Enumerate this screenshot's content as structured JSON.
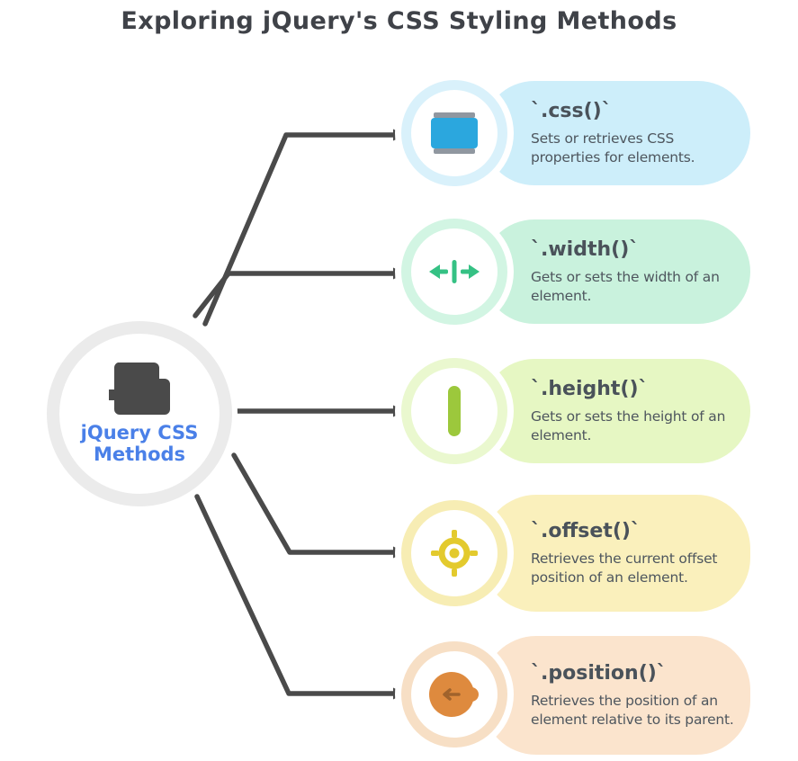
{
  "title": "Exploring jQuery's CSS Styling Methods",
  "connector_color": "#4a4a4a",
  "center": {
    "label": "jQuery CSS Methods",
    "label_color": "#4a80e8",
    "ring_color": "#ebebeb",
    "icon": "jquery-css-logo-icon",
    "icon_color": "#4a4a4a"
  },
  "branches": [
    {
      "id": "css",
      "title": "`.css()`",
      "description": "Sets or retrieves CSS properties for elements.",
      "pill_color": "#cdeefa",
      "ring_color": "#d9f1fb",
      "icon": "element-box-icon",
      "icon_color": "#2ba7de"
    },
    {
      "id": "width",
      "title": "`.width()`",
      "description": "Gets or sets the width of an element.",
      "pill_color": "#c9f2dd",
      "ring_color": "#d2f5e3",
      "icon": "horizontal-resize-icon",
      "icon_color": "#35c184"
    },
    {
      "id": "height",
      "title": "`.height()`",
      "description": "Gets or sets the height of an element.",
      "pill_color": "#e6f7c3",
      "ring_color": "#eaf8cf",
      "icon": "vertical-bar-icon",
      "icon_color": "#9cc83c"
    },
    {
      "id": "offset",
      "title": "`.offset()`",
      "description": "Retrieves the current offset position of an element.",
      "pill_color": "#faf0bc",
      "ring_color": "#f7edb4",
      "icon": "target-crosshair-icon",
      "icon_color": "#e3ca2e"
    },
    {
      "id": "position",
      "title": "`.position()`",
      "description": "Retrieves the position of an element relative to its parent.",
      "pill_color": "#fbe4cd",
      "ring_color": "#f7dfc5",
      "icon": "position-marker-icon",
      "icon_color": "#de8a3e"
    }
  ]
}
